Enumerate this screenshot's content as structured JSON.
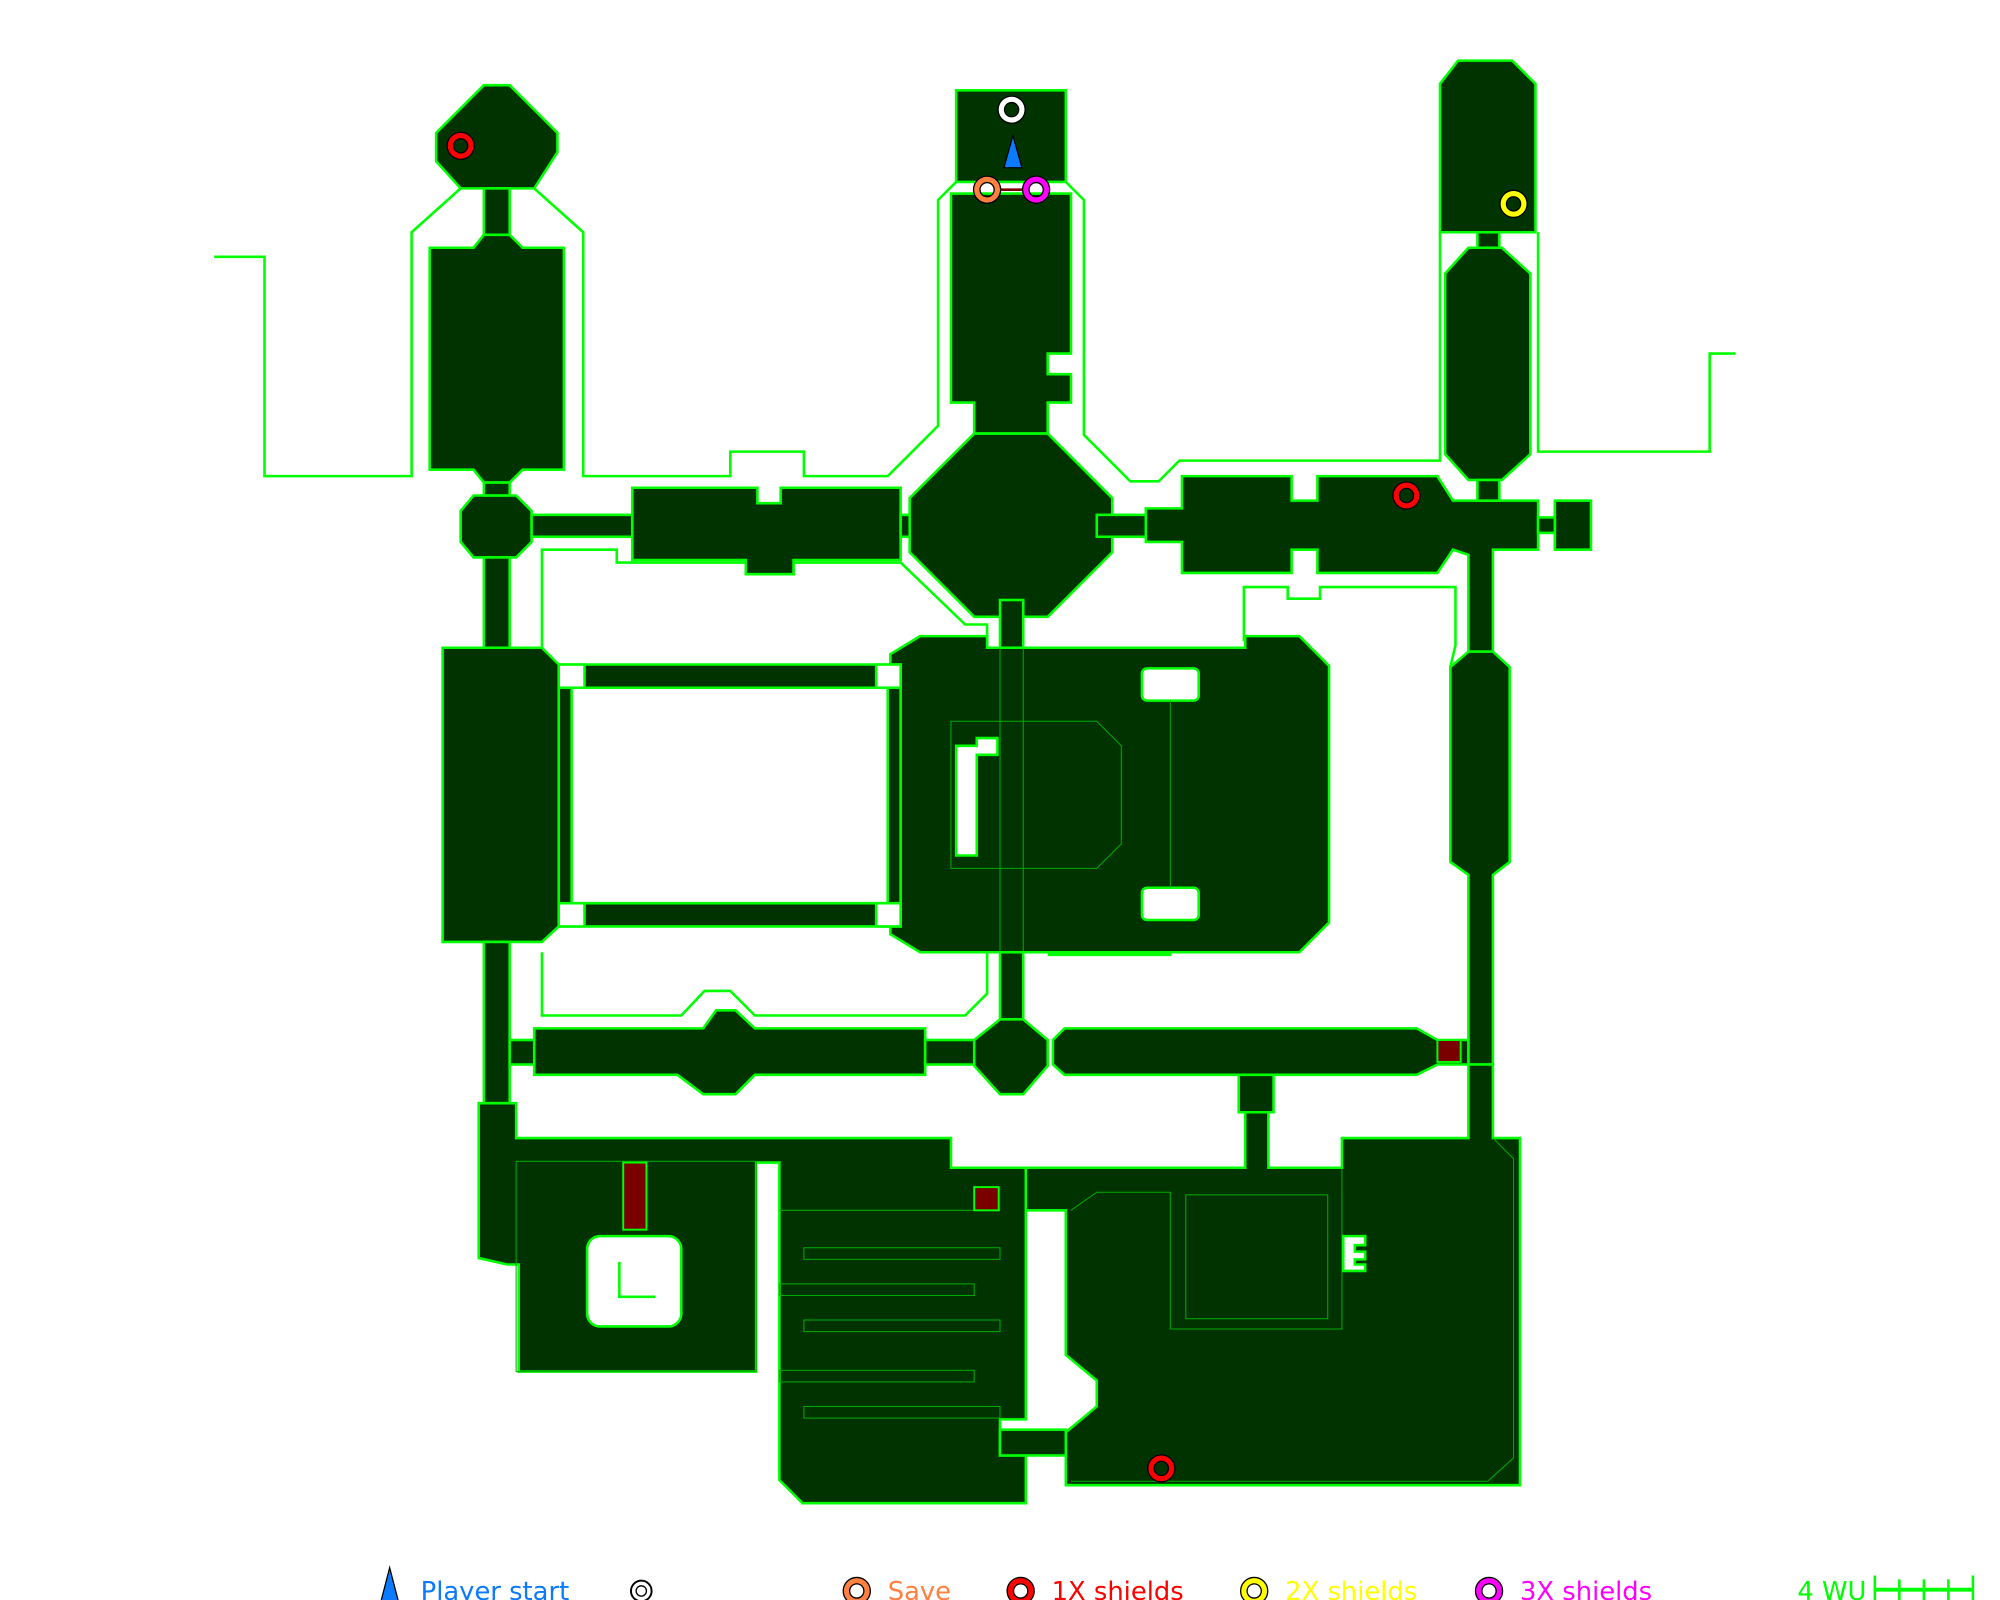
{
  "map": {
    "fill_color": "#003300",
    "wall_color": "#00ff00",
    "hazard_color": "#7a0000"
  },
  "legend": {
    "player_start": {
      "label": "Player start",
      "color": "#0a7aff",
      "icon": "triangle-icon"
    },
    "pickup": {
      "label": "",
      "color": "#ffffff",
      "icon": "ring-icon"
    },
    "save": {
      "label": "Save",
      "color": "#ff8040",
      "icon": "ring-icon"
    },
    "shields_1x": {
      "label": "1X shields",
      "color": "#ff0000",
      "icon": "ring-icon"
    },
    "shields_2x": {
      "label": "2X shields",
      "color": "#ffff00",
      "icon": "ring-icon"
    },
    "shields_3x": {
      "label": "3X shields",
      "color": "#ff00ff",
      "icon": "ring-icon"
    },
    "scale": {
      "label": "4 WU",
      "color": "#00ff00"
    }
  }
}
